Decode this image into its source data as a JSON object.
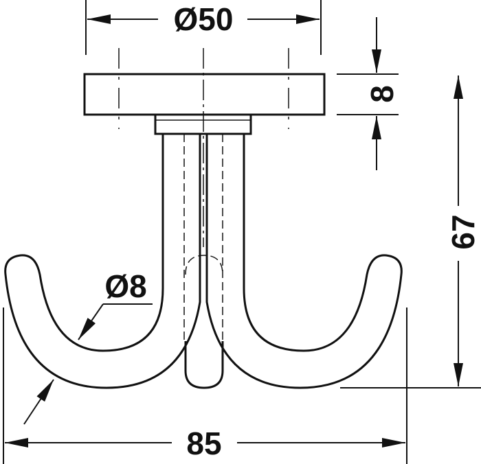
{
  "dimensions": {
    "top_diameter": "Ø50",
    "plate_thickness": "8",
    "total_height": "67",
    "rod_diameter": "Ø8",
    "total_width": "85"
  },
  "colors": {
    "line": "#111111",
    "background": "#ffffff"
  }
}
